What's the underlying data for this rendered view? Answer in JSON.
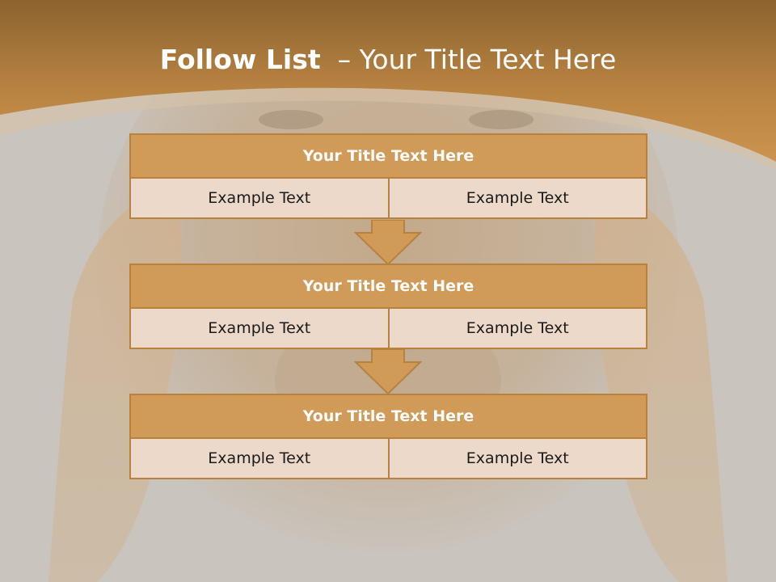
{
  "slide": {
    "title_bold": "Follow List",
    "title_rest": "  – Your Title Text Here"
  },
  "blocks": [
    {
      "title": "Your Title Text Here",
      "cells": [
        "Example Text",
        "Example Text"
      ]
    },
    {
      "title": "Your Title Text Here",
      "cells": [
        "Example Text",
        "Example Text"
      ]
    },
    {
      "title": "Your Title Text Here",
      "cells": [
        "Example Text",
        "Example Text"
      ]
    }
  ],
  "colors": {
    "header_band": "#bb8640",
    "title_bar": "#d09a58",
    "cell_fill": "#ecd9c9",
    "border": "#b8823d",
    "arrow": "#d09a58"
  }
}
